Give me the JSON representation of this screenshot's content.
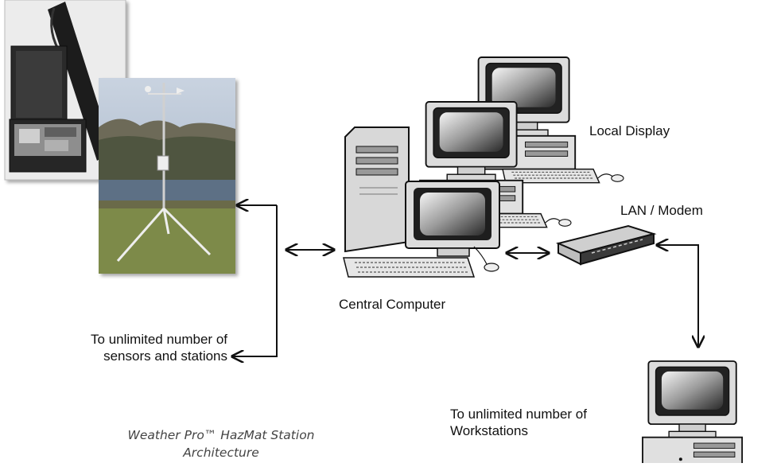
{
  "labels": {
    "local_display": "Local Display",
    "lan_modem": "LAN / Modem",
    "central_computer": "Central Computer",
    "sensors_line1": "To unlimited number of",
    "sensors_line2": "sensors and stations",
    "workstations_line1": "To unlimited number of",
    "workstations_line2": "Workstations"
  },
  "caption": {
    "line1": "Weather Pro™ HazMat Station",
    "line2": "Architecture"
  },
  "colors": {
    "line": "#111111",
    "computer_beige": "#d9d9d9",
    "screen_dark": "#333333",
    "case_black": "#1f1f1f",
    "sky": "#aab8cc",
    "grass": "#7d8a4a",
    "water": "#5d6f85"
  }
}
